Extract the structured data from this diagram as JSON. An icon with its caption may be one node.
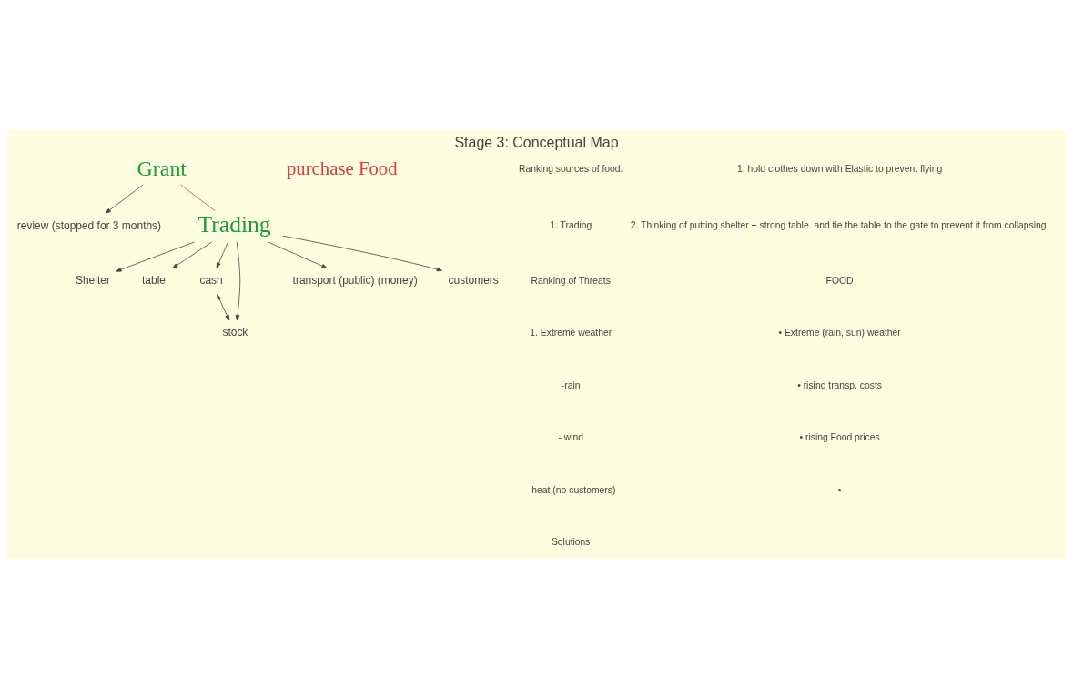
{
  "diagram": {
    "title": "Stage 3: Conceptual Map",
    "nodes": [
      {
        "text": [
          "Grant"
        ]
      },
      {
        "text": [
          "review (stopped for 3 months)"
        ]
      },
      {
        "text": [
          "purchase Food"
        ]
      },
      {
        "text": [
          "Trading"
        ]
      },
      {
        "text": [
          "Shelter"
        ]
      },
      {
        "text": [
          "table"
        ]
      },
      {
        "text": [
          "cash"
        ]
      },
      {
        "text": [
          "stock"
        ]
      },
      {
        "text": [
          "transport (public) (money)"
        ]
      },
      {
        "text": [
          "customers"
        ]
      }
    ],
    "edges": [
      {
        "from": 0,
        "to": 1,
        "arrow": "to"
      },
      {
        "from": 0,
        "to": 3,
        "arrow": "none",
        "color": "#e03a3a"
      },
      {
        "from": 3,
        "to": 4,
        "arrow": "to"
      },
      {
        "from": 3,
        "to": 5,
        "arrow": "to"
      },
      {
        "from": 3,
        "to": 6,
        "arrow": "to"
      },
      {
        "from": 6,
        "to": 7,
        "arrow": "both"
      },
      {
        "from": 3,
        "to": 7,
        "arrow": "to"
      },
      {
        "from": 3,
        "to": 8,
        "arrow": "to"
      },
      {
        "from": 3,
        "to": 9,
        "arrow": "to"
      }
    ],
    "labels": [
      "Ranking sources of food.",
      "1. Trading",
      "Ranking of Threats",
      "1. Extreme weather",
      "-rain",
      "- wind",
      "- heat (no customers)",
      "Solutions",
      "1. hold clothes down with Elastic to prevent flying",
      "2. Thinking of putting shelter + strong table. and tie the table to the gate to prevent it from collapsing.",
      "FOOD",
      "• Extreme (rain, sun) weather",
      "• rising transp. costs",
      "• rising Food prices",
      "•"
    ]
  }
}
